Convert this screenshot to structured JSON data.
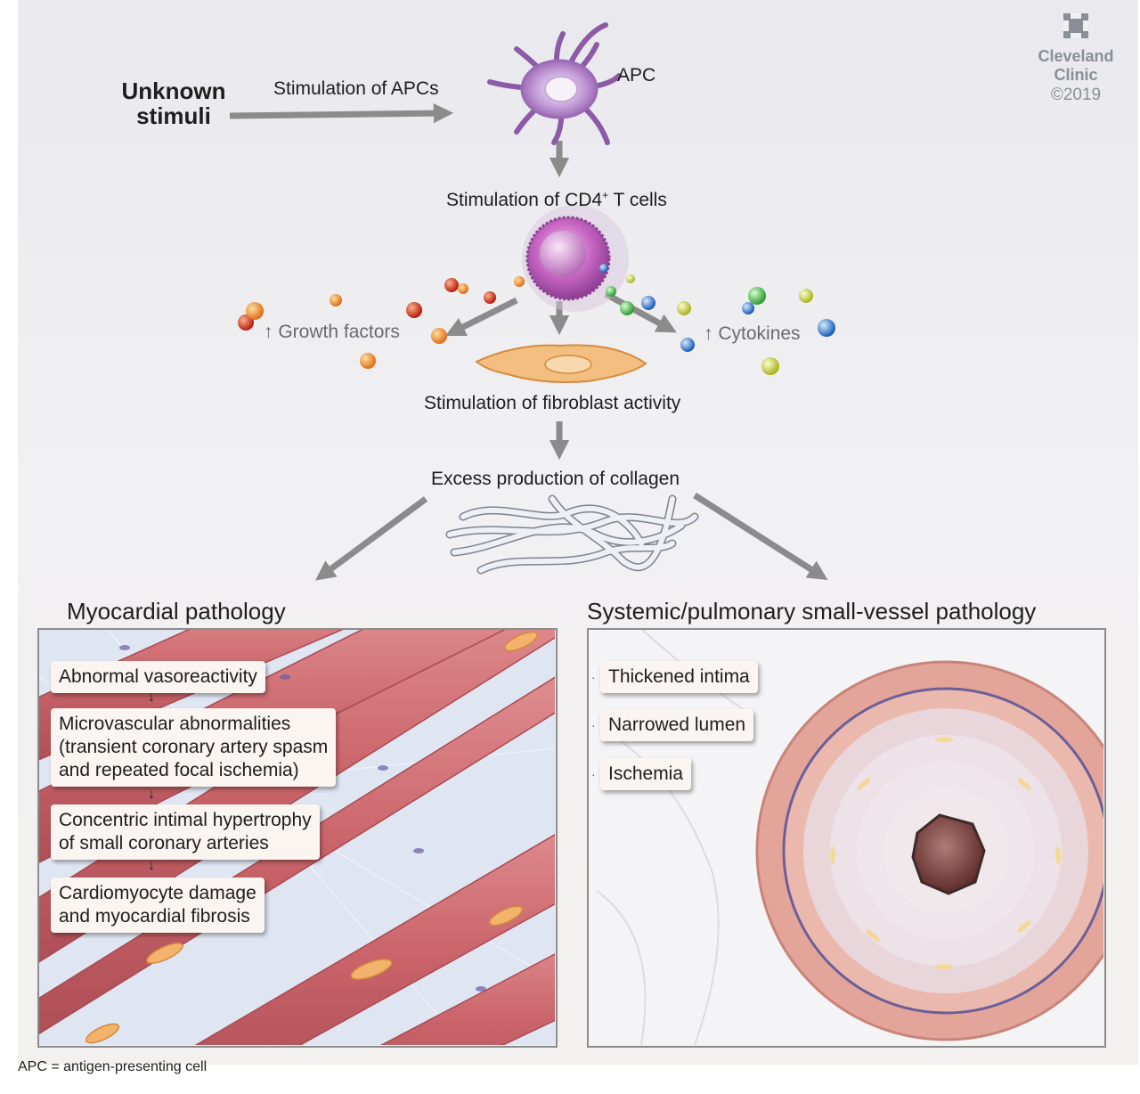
{
  "brand": {
    "line1": "Cleveland",
    "line2": "Clinic",
    "copyright": "©2019",
    "logo_icon": "cleveland-clinic-cross-logo",
    "color": "#8a8f97"
  },
  "flow": {
    "unknown_line1": "Unknown",
    "unknown_line2": "stimuli",
    "stimulation_apcs": "Stimulation of APCs",
    "apc": "APC",
    "cd4_prefix": "Stimulation of CD4",
    "cd4_sup": "+",
    "cd4_suffix": " T cells",
    "growth_factors": "Growth factors",
    "cytokines": "Cytokines",
    "fibroblast": "Stimulation of fibroblast activity",
    "collagen": "Excess production of collagen",
    "increase_arrow": "↑"
  },
  "left_panel": {
    "title": "Myocardial pathology",
    "steps": [
      {
        "lines": [
          "Abnormal vasoreactivity"
        ]
      },
      {
        "lines": [
          "Microvascular abnormalities",
          "(transient coronary artery spasm",
          "and repeated focal ischemia)"
        ]
      },
      {
        "lines": [
          "Concentric intimal hypertrophy",
          "of small coronary arteries"
        ]
      },
      {
        "lines": [
          "Cardiomyocyte damage",
          "and myocardial fibrosis"
        ]
      }
    ],
    "bullet": "·",
    "step_arrow": "↓"
  },
  "right_panel": {
    "title": "Systemic/pulmonary small-vessel pathology",
    "items": [
      "Thickened intima",
      "Narrowed lumen",
      "Ischemia"
    ],
    "bullet": "·"
  },
  "footnote": "APC =  antigen-presenting cell",
  "colors": {
    "arrow": "#8b8b8b",
    "apc_cell": "#b98ad0",
    "t_cell": "#c867c4",
    "fibroblast": "#f0b877",
    "muscle": "#c9646a",
    "vessel": "#e3a49a",
    "lumen": "#7a3d3b"
  }
}
